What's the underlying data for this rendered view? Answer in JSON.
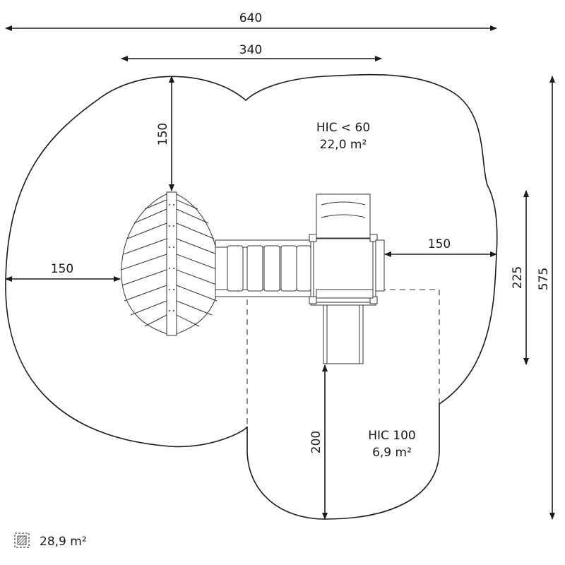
{
  "dimensions": {
    "overall_width": "640",
    "tower_span": "340",
    "top_clearance": "150",
    "left_clearance": "150",
    "right_clearance": "150",
    "structure_depth": "225",
    "overall_depth": "575",
    "slide_clearance": "200"
  },
  "zones": {
    "upper": {
      "hic": "HIC < 60",
      "area": "22,0 m²"
    },
    "lower": {
      "hic": "HIC 100",
      "area": "6,9 m²"
    }
  },
  "legend": {
    "icon": "hatched-square-icon",
    "total_area": "28,9 m²"
  }
}
